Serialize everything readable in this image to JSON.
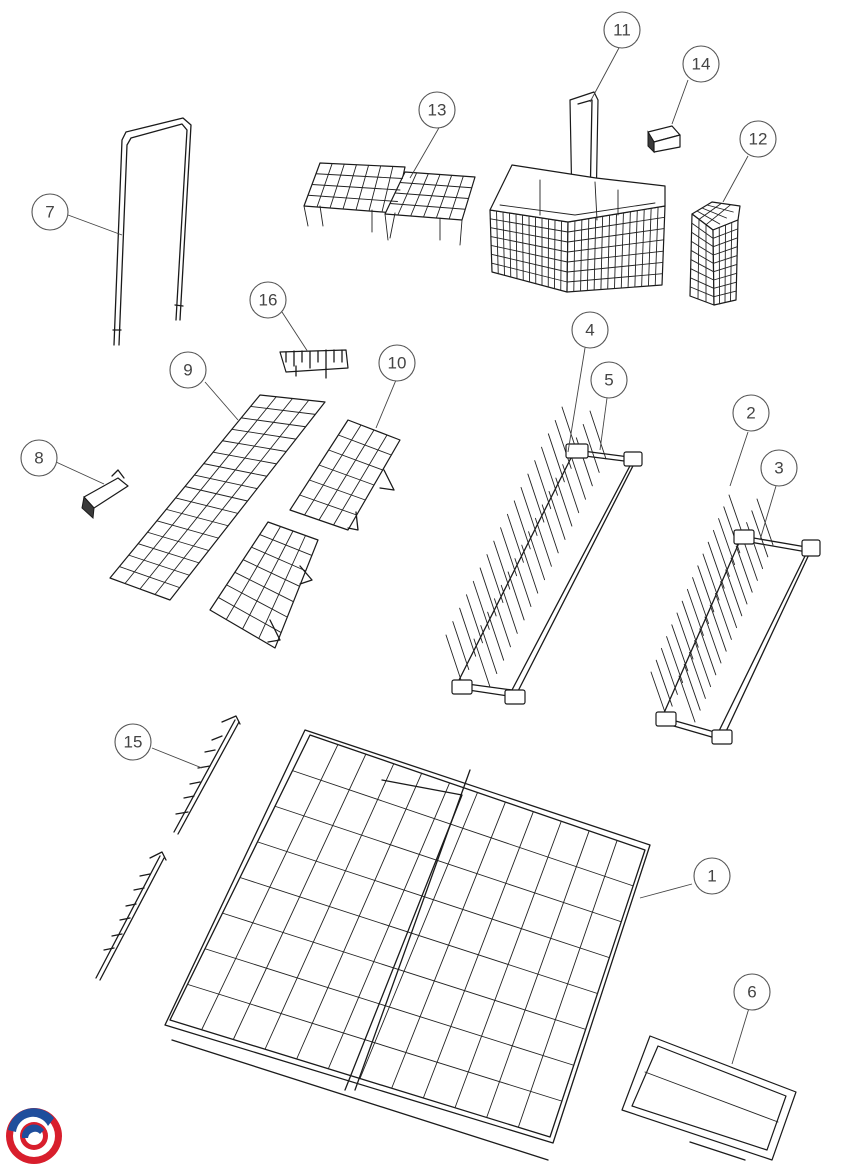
{
  "diagram": {
    "callouts": [
      "1",
      "2",
      "3",
      "4",
      "5",
      "6",
      "7",
      "8",
      "9",
      "10",
      "11",
      "12",
      "13",
      "14",
      "15",
      "16"
    ]
  },
  "parts": [
    {
      "id": "1",
      "icon": "lower-rack-basket"
    },
    {
      "id": "2",
      "icon": "plate-rack-tines"
    },
    {
      "id": "3",
      "icon": "plate-rack-clip"
    },
    {
      "id": "4",
      "icon": "plate-rack-tines"
    },
    {
      "id": "5",
      "icon": "plate-rack-clip"
    },
    {
      "id": "6",
      "icon": "rack-tray"
    },
    {
      "id": "7",
      "icon": "wire-handle"
    },
    {
      "id": "8",
      "icon": "small-clip"
    },
    {
      "id": "9",
      "icon": "cup-shelf-grid"
    },
    {
      "id": "10",
      "icon": "cup-shelf-grid"
    },
    {
      "id": "11",
      "icon": "cutlery-basket"
    },
    {
      "id": "12",
      "icon": "cutlery-basket-small"
    },
    {
      "id": "13",
      "icon": "basket-lid-grid"
    },
    {
      "id": "14",
      "icon": "small-cup"
    },
    {
      "id": "15",
      "icon": "hook-strip"
    },
    {
      "id": "16",
      "icon": "comb-clip"
    }
  ],
  "logo": {
    "colors": [
      "#d81e2c",
      "#1f4e9c"
    ]
  }
}
